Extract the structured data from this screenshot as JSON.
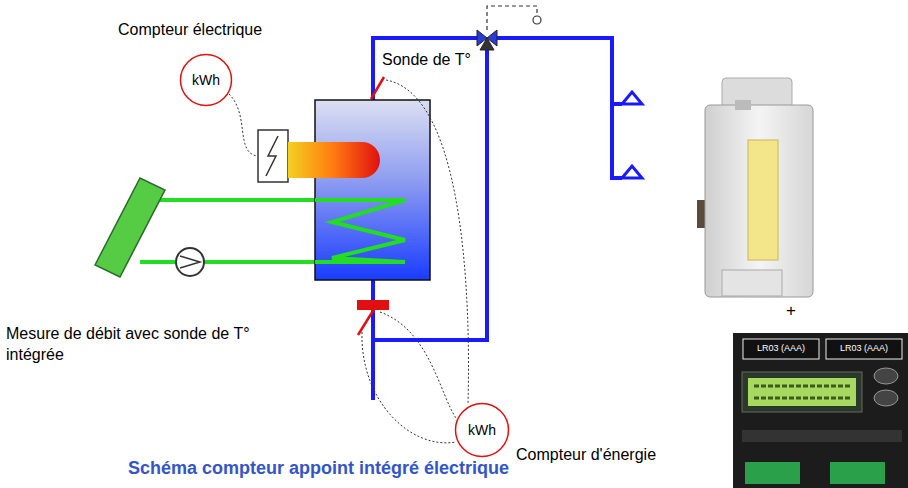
{
  "diagram": {
    "caption": "Schéma compteur appoint intégré électrique",
    "nodes": [
      {
        "text": [
          "kWh"
        ]
      },
      {
        "text": [
          "kWh"
        ]
      }
    ],
    "labels": [
      "Compteur électrique",
      "Sonde de T°",
      "Mesure de débit avec sonde de T° intégrée",
      "Compteur d'énergie",
      "+",
      "LR03 (AAA)",
      "LR03 (AAA)"
    ]
  }
}
